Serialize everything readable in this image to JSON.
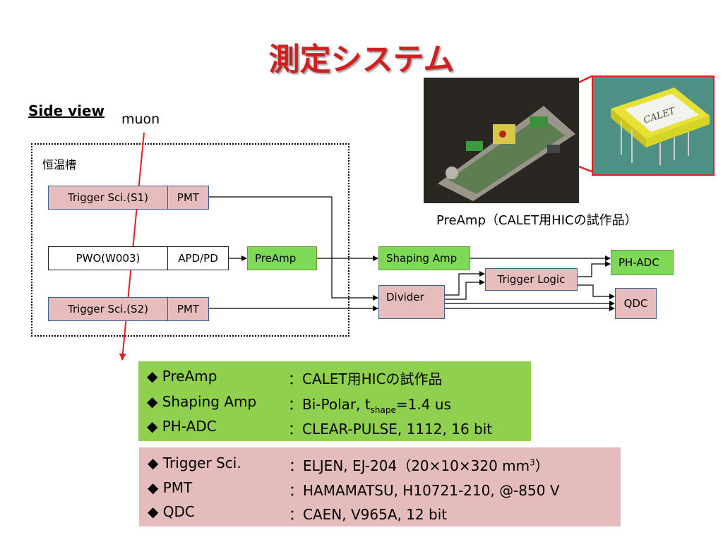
{
  "title": "測定システム",
  "side_view": "Side view",
  "muon": "muon",
  "chamber_label": "恒温槽",
  "blocks": {
    "trigger_s1": "Trigger Sci.(S1)",
    "pmt_1": "PMT",
    "pwo": "PWO(W003)",
    "apd": "APD/PD",
    "preamp": "PreAmp",
    "trigger_s2": "Trigger Sci.(S2)",
    "pmt_2": "PMT",
    "shaping_amp": "Shaping Amp",
    "divider": "Divider",
    "trigger_logic": "Trigger Logic",
    "ph_adc": "PH-ADC",
    "qdc": "QDC"
  },
  "photo_caption": "PreAmp（CALET用HICの試作品）",
  "inset_text": "CALET",
  "colors": {
    "title": "#d11f1f",
    "pink": "#e7bcbc",
    "green": "#7ed957",
    "arrow": "#e02020"
  },
  "spec_green": [
    {
      "key": "◆ PreAmp",
      "value": "：CALET用HICの試作品"
    },
    {
      "key": "◆ Shaping Amp",
      "value_pre": "：Bi-Polar,  t",
      "value_sub": "shape",
      "value_post": "=1.4 us"
    },
    {
      "key": "◆ PH-ADC",
      "value": "：CLEAR-PULSE,  1112,  16 bit"
    }
  ],
  "spec_pink": [
    {
      "key": "◆ Trigger Sci.",
      "value_pre": "：ELJEN,  EJ-204（20×10×320 mm",
      "value_sup": "3",
      "value_post": "）"
    },
    {
      "key": "◆ PMT",
      "value": "：HAMAMATSU,  H10721-210,  @-850 V"
    },
    {
      "key": "◆ QDC",
      "value": "：CAEN,  V965A,   12 bit"
    }
  ]
}
